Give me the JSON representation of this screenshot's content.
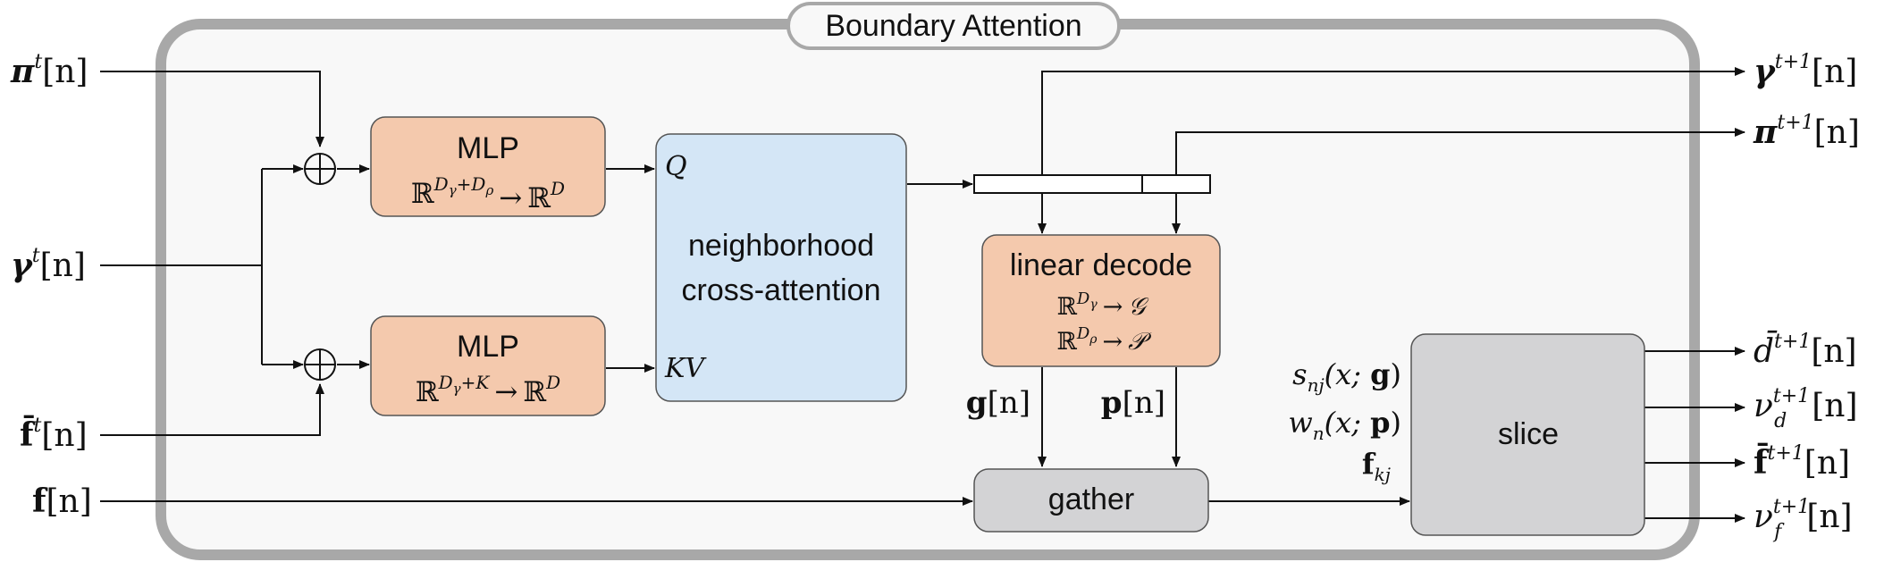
{
  "frame": {
    "title": "Boundary Attention"
  },
  "inputs": {
    "pi": {
      "sym": "π",
      "sup": "t",
      "idx": "[n]"
    },
    "gamma": {
      "sym": "γ",
      "sup": "t",
      "idx": "[n]"
    },
    "fbar": {
      "sym": "f̄",
      "sup": "t",
      "idx": "[n]"
    },
    "f": {
      "sym": "f",
      "idx": "[n]"
    }
  },
  "blocks": {
    "mlp_top": {
      "title": "MLP",
      "base": "ℝ",
      "sup_main": "D",
      "sup_sub1": "γ",
      "sup_plus": "+D",
      "sup_sub2": "ρ",
      "arrow": "→",
      "target": "ℝ",
      "target_sup": "D"
    },
    "mlp_bottom": {
      "title": "MLP",
      "base": "ℝ",
      "sup_main": "D",
      "sup_sub1": "γ",
      "sup_plus": "+K",
      "arrow": "→",
      "target": "ℝ",
      "target_sup": "D"
    },
    "attention": {
      "line1": "neighborhood",
      "line2": "cross-attention",
      "q": "Q",
      "kv": "KV"
    },
    "decode": {
      "title": "linear decode",
      "row1": {
        "base": "ℝ",
        "sup_main": "D",
        "sup_sub": "γ",
        "arrow": "→",
        "target": "𝒢"
      },
      "row2": {
        "base": "ℝ",
        "sup_main": "D",
        "sup_sub": "ρ",
        "arrow": "→",
        "target": "𝒫"
      }
    },
    "gather": {
      "label": "gather"
    },
    "slice": {
      "label": "slice"
    }
  },
  "decode_outputs": {
    "g": "g",
    "g_idx": "[n]",
    "p": "p",
    "p_idx": "[n]"
  },
  "slice_inputs": {
    "s": {
      "sym": "s",
      "sub": "nj",
      "args": "(x; ",
      "bold": "g",
      "close": ")"
    },
    "w": {
      "sym": "w",
      "sub": "n",
      "args": "(x; ",
      "bold": "p",
      "close": ")"
    },
    "f": {
      "sym": "f",
      "sub": "kj"
    }
  },
  "outputs": {
    "gamma": {
      "sym": "γ",
      "sup": "t+1",
      "idx": "[n]"
    },
    "pi": {
      "sym": "π",
      "sup": "t+1",
      "idx": "[n]"
    },
    "dbar": {
      "sym": "d̄",
      "sup": "t+1",
      "idx": "[n]"
    },
    "nu_d": {
      "sym": "ν",
      "sup": "t+1",
      "sub": "d",
      "idx": "[n]"
    },
    "fbar": {
      "sym": "f̄",
      "sup": "t+1",
      "idx": "[n]"
    },
    "nu_f": {
      "sym": "ν",
      "sup": "t+1",
      "sub": "f",
      "idx": "[n]"
    }
  },
  "colors": {
    "frame_border": "#a8a8a8",
    "frame_fill": "#f8f8f8",
    "mlp_fill": "#f4c9ad",
    "attention_fill": "#d4e6f6",
    "gray_fill": "#d3d3d5",
    "line": "#111111"
  }
}
